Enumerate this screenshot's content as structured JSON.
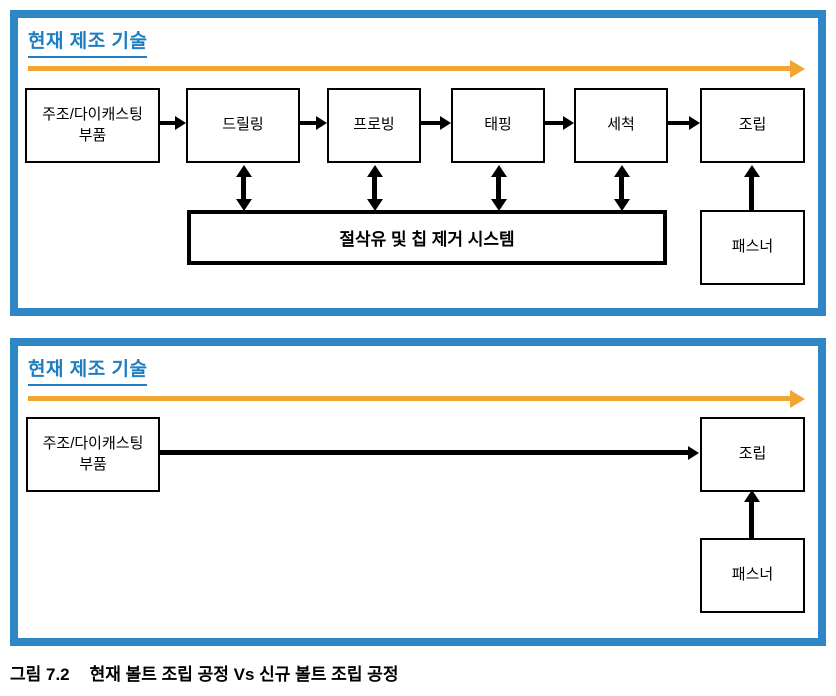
{
  "colors": {
    "panel_border": "#2E86C5",
    "title_blue": "#1E7EC3",
    "flow_arrow_orange": "#F0A631",
    "diagram_black": "#000000"
  },
  "panel1": {
    "title": "현재 제조 기술",
    "boxes": [
      {
        "label_line1": "주조/다이캐스팅",
        "label_line2": "부품"
      },
      {
        "label": "드릴링"
      },
      {
        "label": "프로빙"
      },
      {
        "label": "태핑"
      },
      {
        "label": "세척"
      },
      {
        "label": "조립"
      }
    ],
    "coolant_system_label": "절삭유 및 칩 제거 시스템",
    "fastener_label": "패스너"
  },
  "panel2": {
    "title": "현재 제조 기술",
    "source_line1": "주조/다이캐스팅",
    "source_line2": "부품",
    "assembly_label": "조립",
    "fastener_label": "패스너"
  },
  "caption": {
    "prefix": "그림 7.2",
    "text": "현재 볼트 조립 공정 Vs 신규 볼트 조립 공정"
  }
}
